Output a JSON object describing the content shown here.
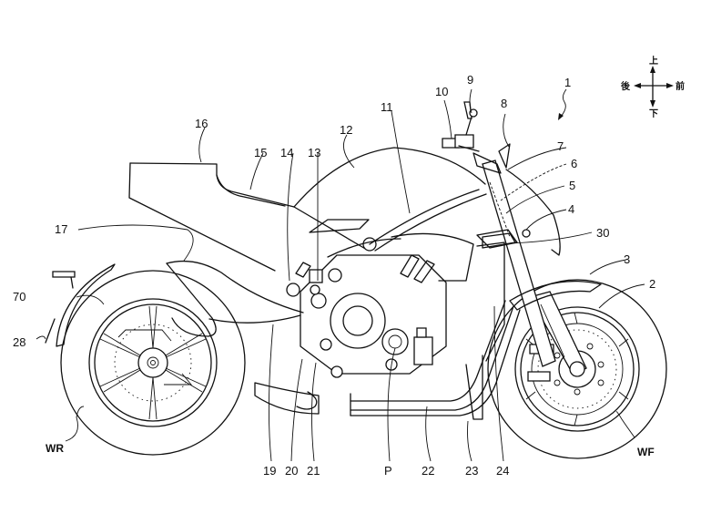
{
  "figure": {
    "subject": "Motorcycle side view (patent drawing)",
    "reference_numeral": "1",
    "direction_indicator": {
      "up": "上",
      "down": "下",
      "rear": "後",
      "front": "前"
    },
    "labels": {
      "l1": "1",
      "l2": "2",
      "l3": "3",
      "l4": "4",
      "l5": "5",
      "l6": "6",
      "l7": "7",
      "l8": "8",
      "l9": "9",
      "l10": "10",
      "l11": "11",
      "l12": "12",
      "l13": "13",
      "l14": "14",
      "l15": "15",
      "l16": "16",
      "l17": "17",
      "l19": "19",
      "l20": "20",
      "l21": "21",
      "l22": "22",
      "l23": "23",
      "l24": "24",
      "l28": "28",
      "l30": "30",
      "l70": "70",
      "lP": "P",
      "lWR": "WR",
      "lWF": "WF"
    }
  }
}
